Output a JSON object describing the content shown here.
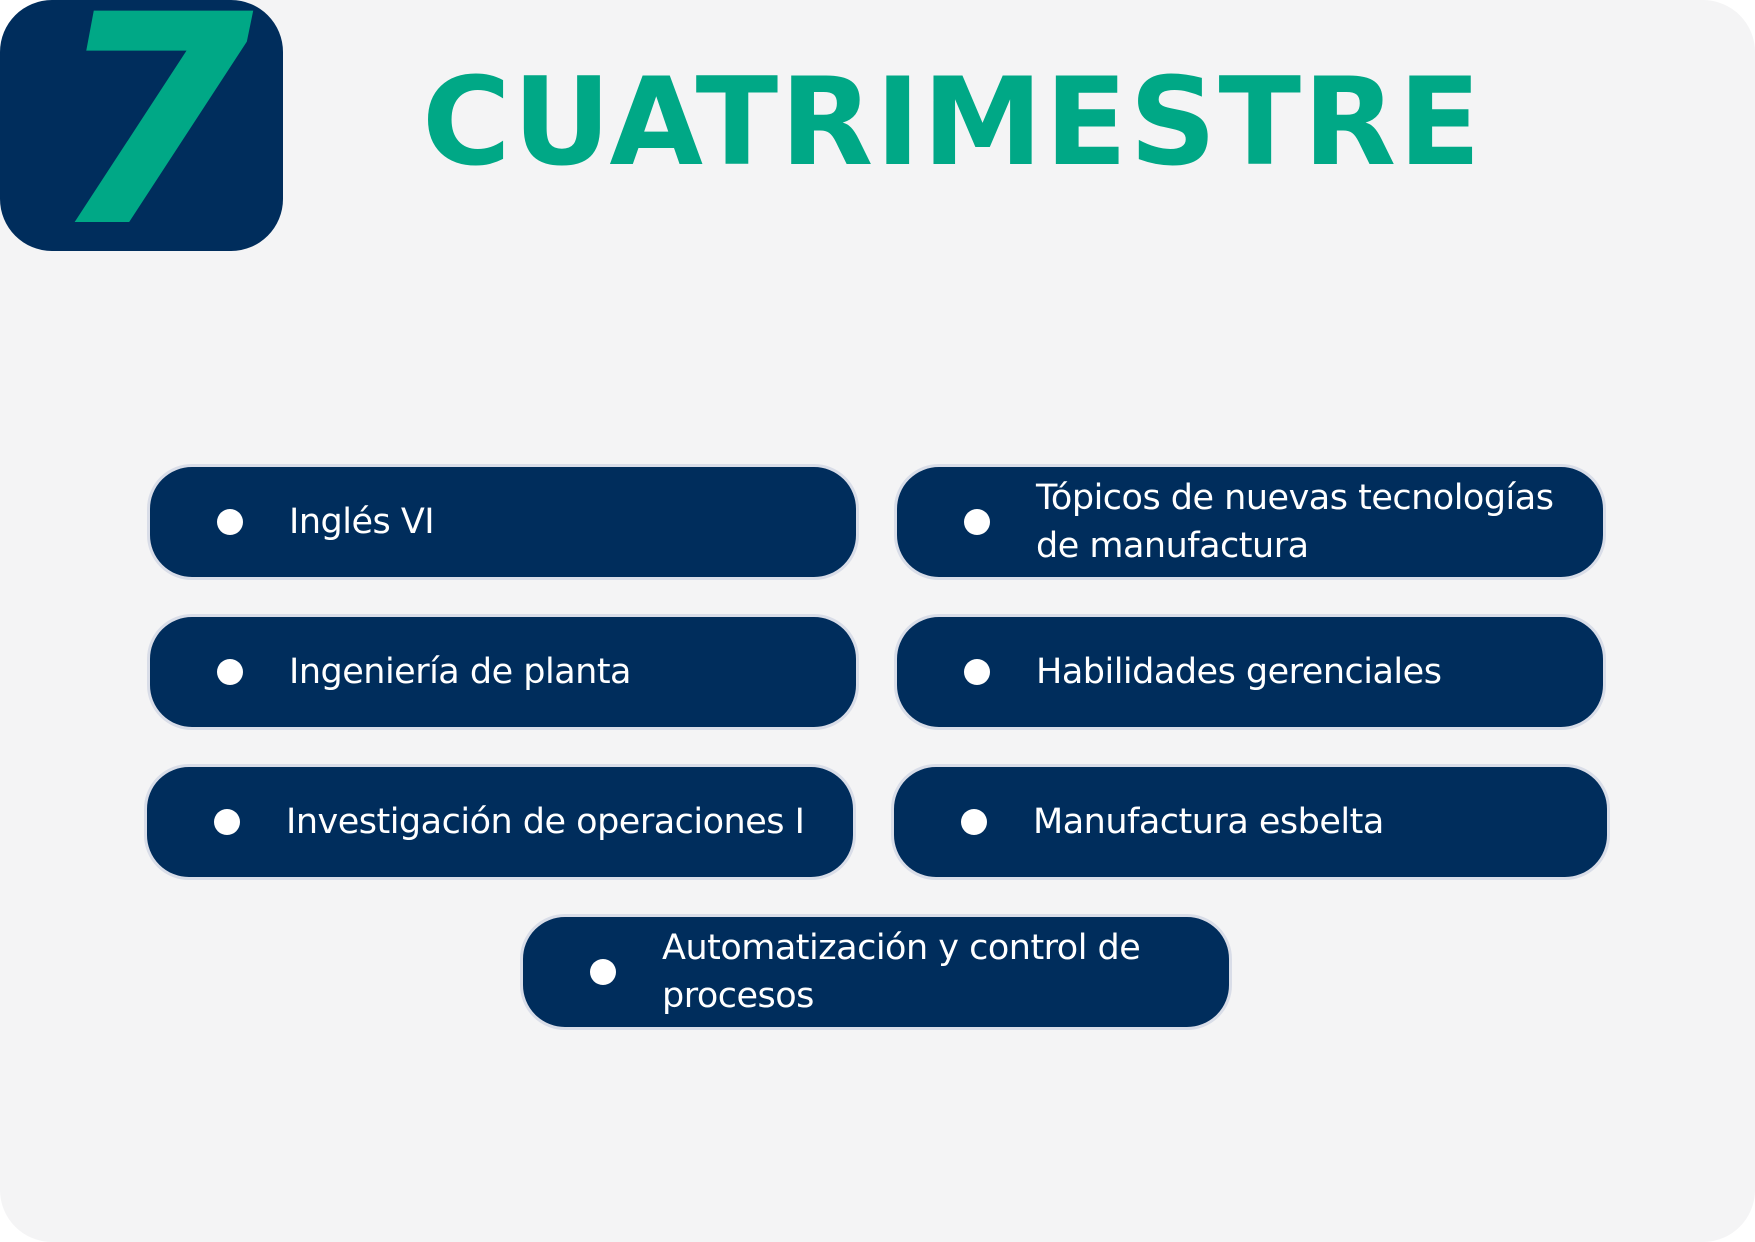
{
  "badge": {
    "number": "7"
  },
  "title": "CUATRIMESTRE",
  "colors": {
    "background": "#f4f4f5",
    "navy": "#002d5c",
    "accent_green": "#00a886",
    "text_light": "#ffffff"
  },
  "courses": [
    {
      "label": "Inglés VI"
    },
    {
      "label": "Tópicos de nuevas tecnologías de manufactura"
    },
    {
      "label": "Ingeniería de planta"
    },
    {
      "label": "Habilidades gerenciales"
    },
    {
      "label": "Investigación de operaciones I"
    },
    {
      "label": "Manufactura esbelta"
    },
    {
      "label": "Automatización y control de procesos"
    }
  ],
  "icons": {
    "bullet": "bullet-dot-icon"
  }
}
